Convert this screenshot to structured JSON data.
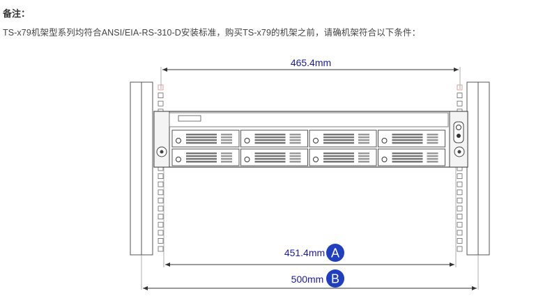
{
  "note": {
    "title": "备注：",
    "text": "TS-x79机架型系列均符合ANSI/EIA-RS-310-D安装标准，购买TS-x79的机架之前，请确机架符合以下条件："
  },
  "diagram": {
    "top_dimension": "465.4mm",
    "dimension_a": "451.4mm",
    "marker_a": "A",
    "dimension_b": "500mm",
    "marker_b": "B",
    "accent_color": "#1a1aa6",
    "marker_color": "#1f3fbf",
    "drive_bays": 8
  }
}
